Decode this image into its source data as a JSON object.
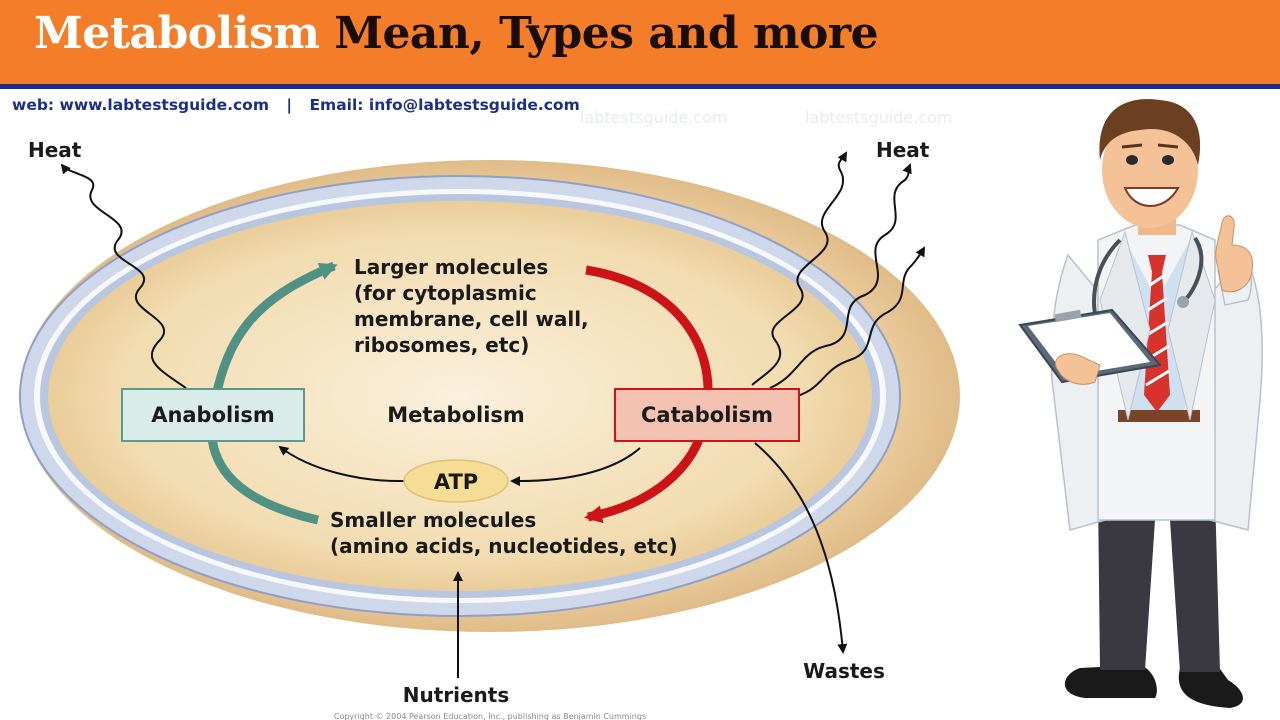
{
  "header": {
    "title_part1": "Metabolism",
    "title_part2": "Mean, Types and more",
    "web_label": "web:",
    "web_url": "www.labtestsguide.com",
    "separator": "|",
    "email_label": "Email:",
    "email_address": "info@labtestsguide.com",
    "watermark": "labtestsguide.com",
    "colors": {
      "banner": "#f47d2a",
      "rule": "#1b2f8a",
      "link": "#1b2f8a"
    }
  },
  "diagram": {
    "heat_left": "Heat",
    "heat_right": "Heat",
    "larger_molecules": [
      "Larger molecules",
      "(for cytoplasmic",
      "membrane, cell wall,",
      "ribosomes, etc)"
    ],
    "anabolism": "Anabolism",
    "metabolism": "Metabolism",
    "catabolism": "Catabolism",
    "atp": "ATP",
    "smaller_molecules": [
      "Smaller molecules",
      "(amino acids, nucleotides, etc)"
    ],
    "nutrients": "Nutrients",
    "wastes": "Wastes",
    "copyright": "Copyright © 2004 Pearson Education, Inc., publishing as Benjamin Cummings",
    "colors": {
      "anabolic_arrow": "#4f9183",
      "catabolic_arrow": "#cc1418",
      "anabolism_box": "#d9ecea",
      "catabolism_box": "#f4c2b0",
      "atp_fill": "#f5dd95",
      "cell_fill": "#f2dcb0"
    }
  },
  "illustration": {
    "description_icon": "doctor-thumbs-up-icon"
  }
}
